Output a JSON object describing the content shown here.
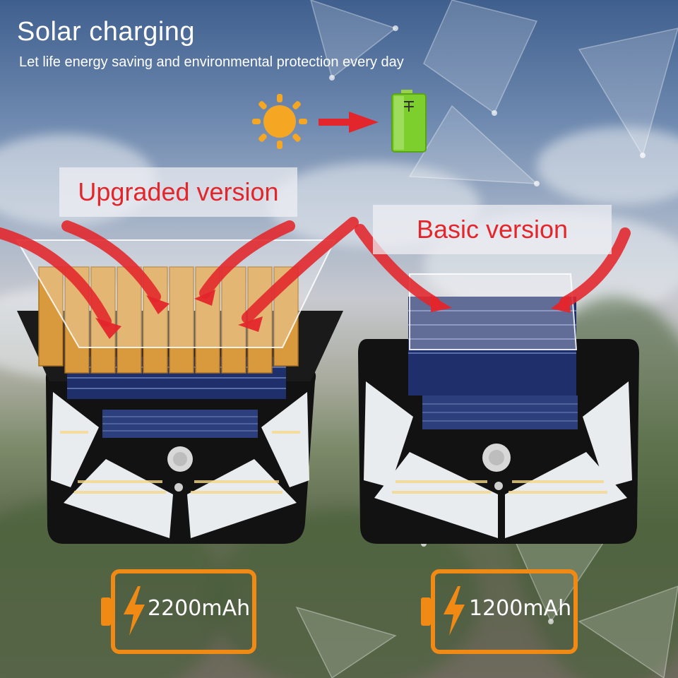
{
  "header": {
    "title": "Solar charging",
    "subtitle": "Let life energy saving and environmental protection every day"
  },
  "icons": {
    "sun": "sun-icon",
    "arrow": "right-arrow-icon",
    "battery": "battery-icon",
    "bolt": "lightning-bolt-icon"
  },
  "products": {
    "upgraded": {
      "label": "Upgraded version",
      "capacity": "2200mAh"
    },
    "basic": {
      "label": "Basic version",
      "capacity": "1200mAh"
    }
  },
  "colors": {
    "accent_red": "#e3262b",
    "battery_orange": "#f08a14",
    "sun_orange": "#f5a623",
    "battery_green": "#7ccf2d"
  }
}
